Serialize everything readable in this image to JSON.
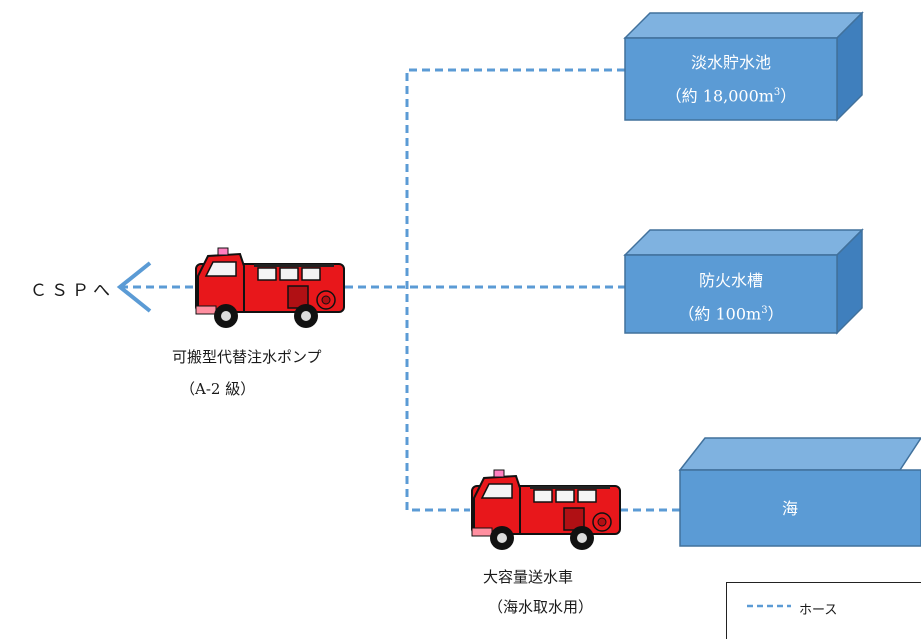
{
  "destination": {
    "label": "ＣＳＰへ"
  },
  "pump": {
    "name": "可搬型代替注水ポンプ",
    "grade": "（A-2 級）"
  },
  "truck": {
    "name": "大容量送水車",
    "note": "（海水取水用）"
  },
  "sources": [
    {
      "name": "淡水貯水池",
      "capacity_prefix": "（約 18,000m",
      "capacity_sup": "3",
      "capacity_suffix": "）"
    },
    {
      "name": "防火水槽",
      "capacity_prefix": "（約 100m",
      "capacity_sup": "3",
      "capacity_suffix": "）"
    },
    {
      "name": "海"
    }
  ],
  "legend": {
    "hose_label": "ホース"
  },
  "colors": {
    "hose": "#5b9bd5",
    "box_front": "#5b9bd5",
    "box_top": "#7fb2e0",
    "box_side": "#3f7fbd",
    "box_border": "#41719c",
    "truck_red": "#e8171b"
  },
  "icons": {
    "arrow": "arrow-left-icon",
    "truck": "fire-truck-icon"
  }
}
